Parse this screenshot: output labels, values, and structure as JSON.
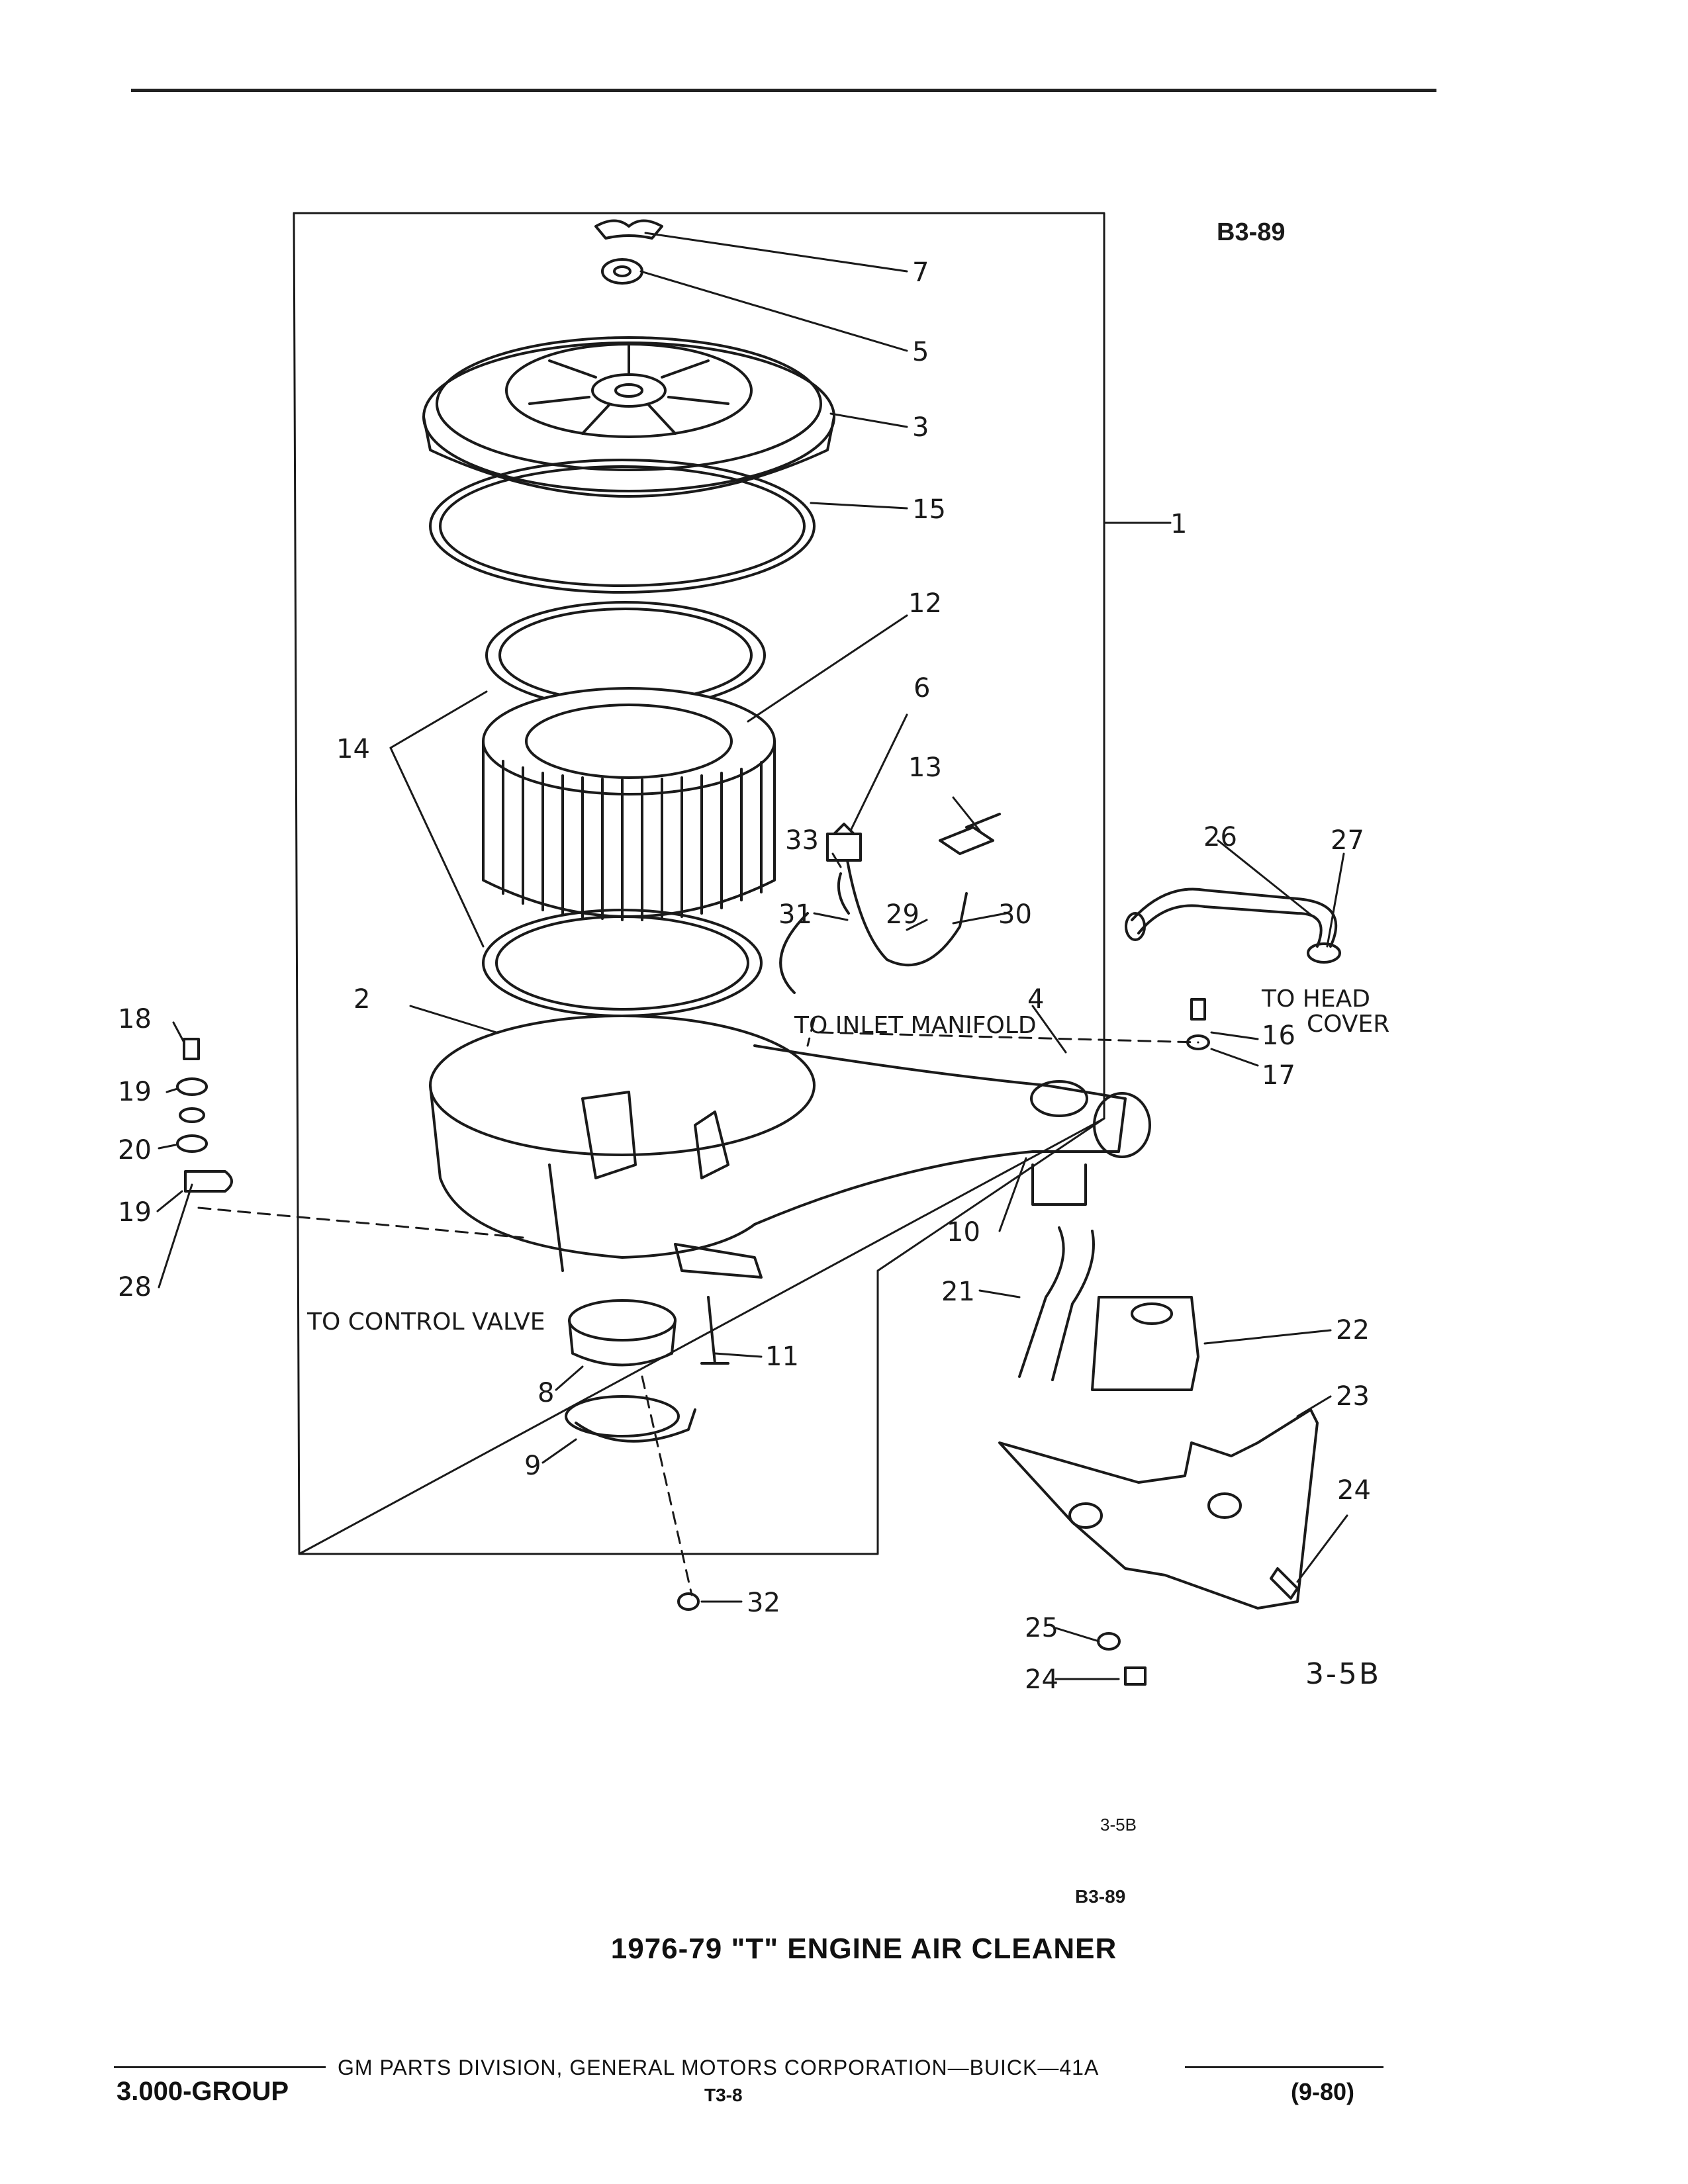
{
  "header": {
    "figure_code": "B3-89"
  },
  "callouts": {
    "c1": "1",
    "c2": "2",
    "c3": "3",
    "c4": "4",
    "c5": "5",
    "c6": "6",
    "c7": "7",
    "c8": "8",
    "c9": "9",
    "c10": "10",
    "c11": "11",
    "c12": "12",
    "c13": "13",
    "c14": "14",
    "c15": "15",
    "c16": "16",
    "c17": "17",
    "c18": "18",
    "c19a": "19",
    "c19b": "19",
    "c20": "20",
    "c21": "21",
    "c22": "22",
    "c23": "23",
    "c24a": "24",
    "c24b": "24",
    "c25": "25",
    "c26": "26",
    "c27": "27",
    "c28": "28",
    "c29": "29",
    "c30": "30",
    "c31": "31",
    "c32": "32",
    "c33": "33"
  },
  "notes": {
    "inlet_manifold": "TO INLET MANIFOLD",
    "head_cover_1": "TO HEAD",
    "head_cover_2": "COVER",
    "control_valve": "TO CONTROL VALVE"
  },
  "view_code": "3-5B",
  "small_codes": {
    "view": "3-5B",
    "figure": "B3-89"
  },
  "title": "1976-79 \"T\" ENGINE AIR CLEANER",
  "footer": {
    "group": "3.000-GROUP",
    "division": "GM PARTS DIVISION, GENERAL MOTORS CORPORATION—BUICK—41A",
    "page": "T3-8",
    "date": "(9-80)"
  }
}
